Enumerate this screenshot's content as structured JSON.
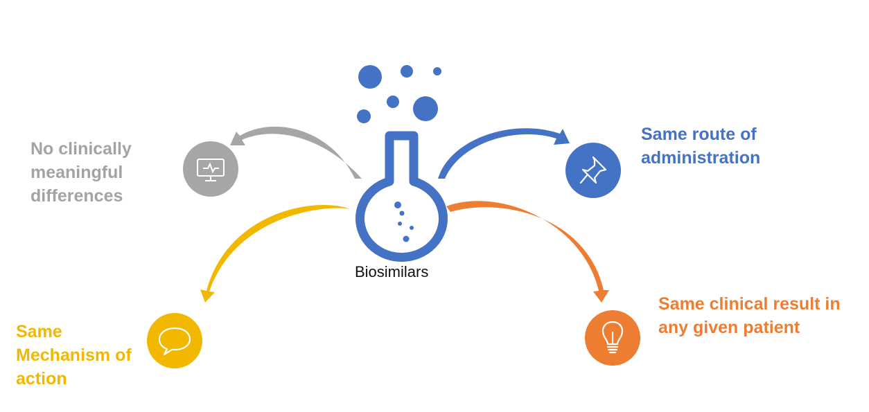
{
  "colors": {
    "flask": "#4472c4",
    "no_difference": "#a3a3a3",
    "route": "#4472c4",
    "mechanism": "#f2b800",
    "clinical": "#ed7d31"
  },
  "center": {
    "label": "Biosimilars",
    "icon": "flask-icon"
  },
  "nodes": {
    "no_difference": {
      "lines": [
        "No clinically",
        "meaningful",
        "differences"
      ],
      "icon": "monitor-icon"
    },
    "route": {
      "lines": [
        "Same route of",
        "administration"
      ],
      "icon": "pushpin-icon"
    },
    "mechanism": {
      "lines": [
        "Same",
        "Mechanism of",
        "action"
      ],
      "icon": "speech-bubble-icon"
    },
    "clinical": {
      "lines": [
        "Same clinical result in",
        "any given patient"
      ],
      "icon": "lightbulb-icon"
    }
  }
}
